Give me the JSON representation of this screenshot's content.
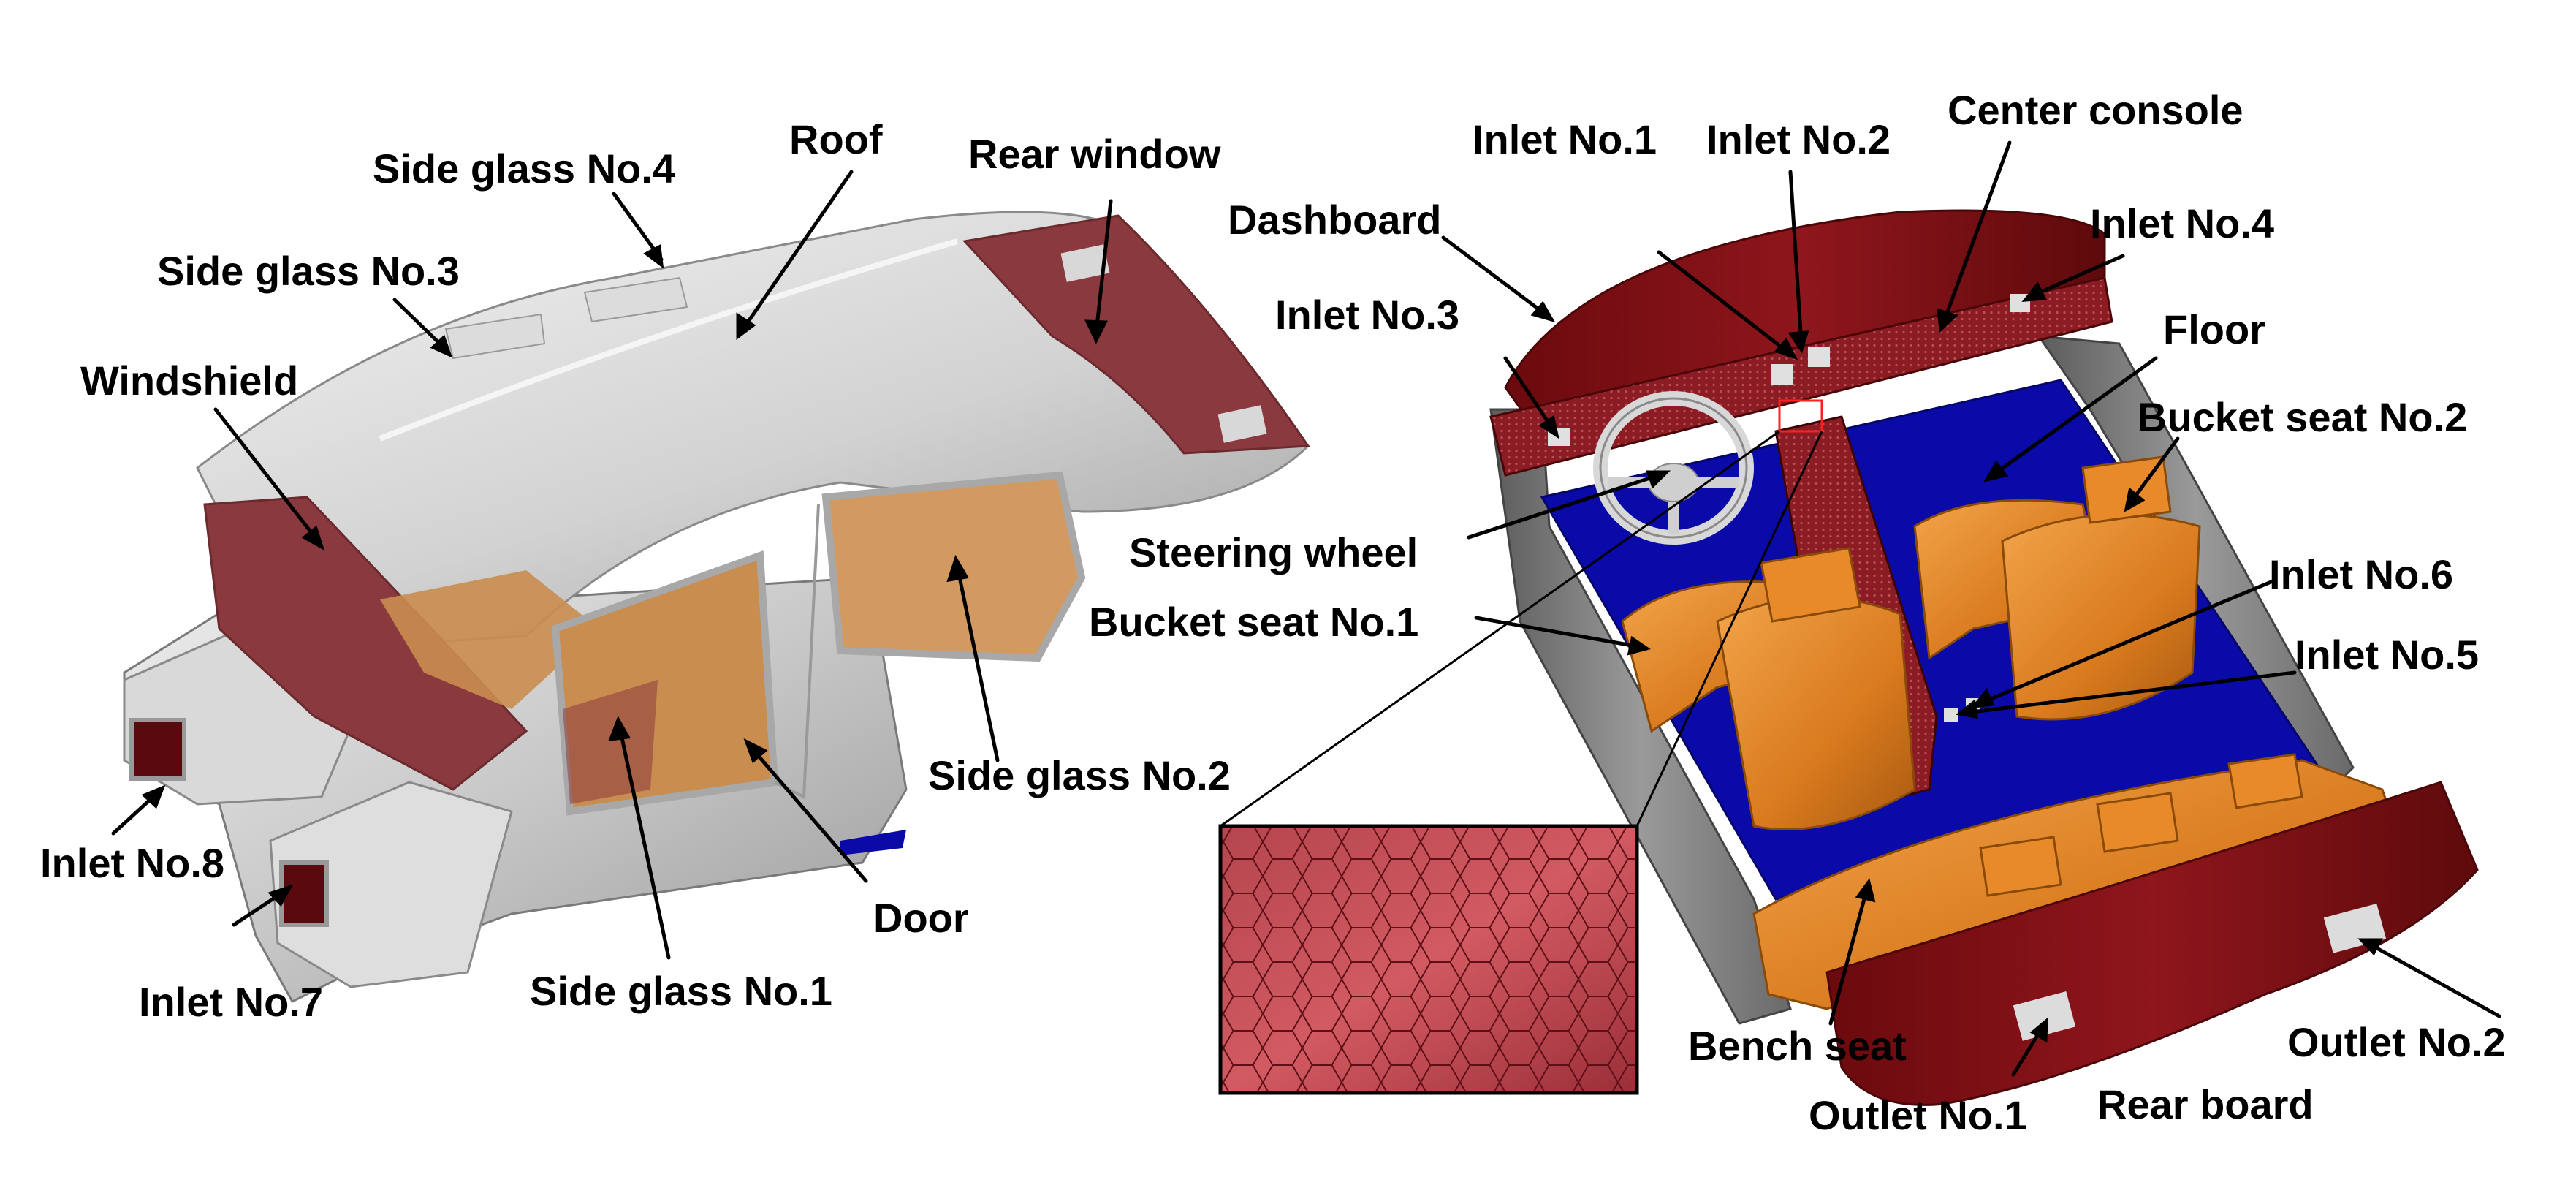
{
  "colors": {
    "body_grey": "#c8c8c8",
    "body_grey_light": "#e6e6e6",
    "body_grey_dark": "#8f8f8f",
    "glass_maroon": "#8a3a3e",
    "dark_red": "#6b0a0e",
    "mesh_red": "#8c1c24",
    "seat_orange": "#d97a1e",
    "seat_orange_light": "#ef9a3d",
    "interior_tan": "#c98d4f",
    "floor_blue": "#0a0aa8",
    "inlet_light": "#d8d8d8",
    "leader_line": "#000000",
    "zoom_border": "#000000"
  },
  "left_figure": {
    "labels": {
      "roof": "Roof",
      "rear_window": "Rear window",
      "side_glass_4": "Side glass No.4",
      "side_glass_3": "Side glass No.3",
      "windshield": "Windshield",
      "side_glass_2": "Side glass No.2",
      "door": "Door",
      "side_glass_1": "Side glass No.1",
      "inlet_8": "Inlet No.8",
      "inlet_7": "Inlet No.7"
    }
  },
  "right_figure": {
    "labels": {
      "inlet_1": "Inlet No.1",
      "inlet_2": "Inlet No.2",
      "center_console": "Center console",
      "dashboard": "Dashboard",
      "inlet_4": "Inlet No.4",
      "inlet_3": "Inlet No.3",
      "floor": "Floor",
      "bucket_seat_2": "Bucket seat No.2",
      "steering_wheel": "Steering wheel",
      "inlet_6": "Inlet No.6",
      "bucket_seat_1": "Bucket seat No.1",
      "inlet_5": "Inlet No.5",
      "bench_seat": "Bench seat",
      "outlet_1": "Outlet No.1",
      "rear_board": "Rear board",
      "outlet_2": "Outlet No.2"
    }
  }
}
